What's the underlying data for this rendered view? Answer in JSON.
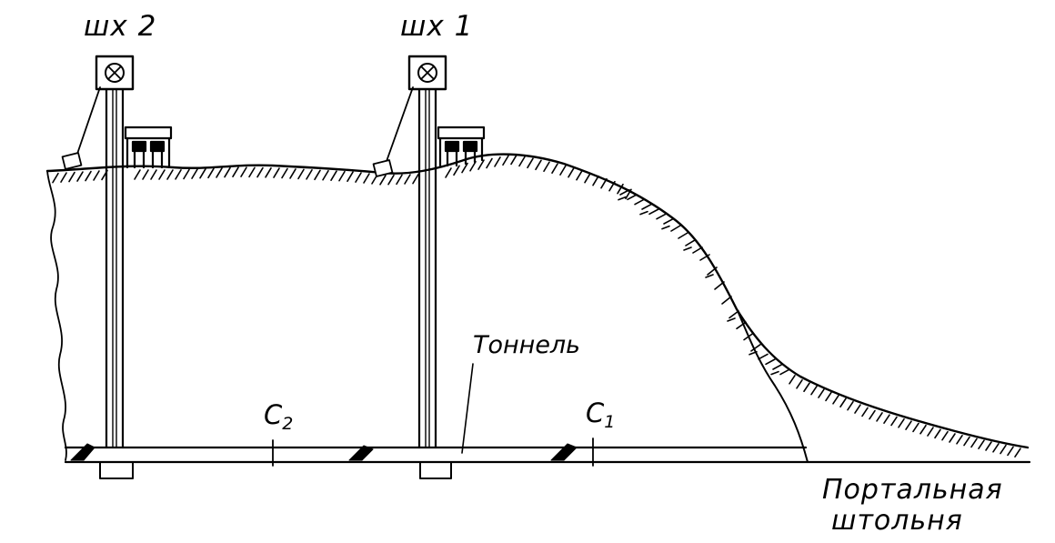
{
  "shafts": [
    {
      "id": "shaft-2",
      "label": "шх 2"
    },
    {
      "id": "shaft-1",
      "label": "шх 1"
    }
  ],
  "tunnel": {
    "label": "Тоннель"
  },
  "stations": [
    {
      "id": "c2",
      "letter": "C",
      "index": "2"
    },
    {
      "id": "c1",
      "letter": "C",
      "index": "1"
    }
  ],
  "portal": {
    "line1": "Портальная",
    "line2": "штольня"
  },
  "colors": {
    "ink": "#000000",
    "paper": "#ffffff"
  }
}
